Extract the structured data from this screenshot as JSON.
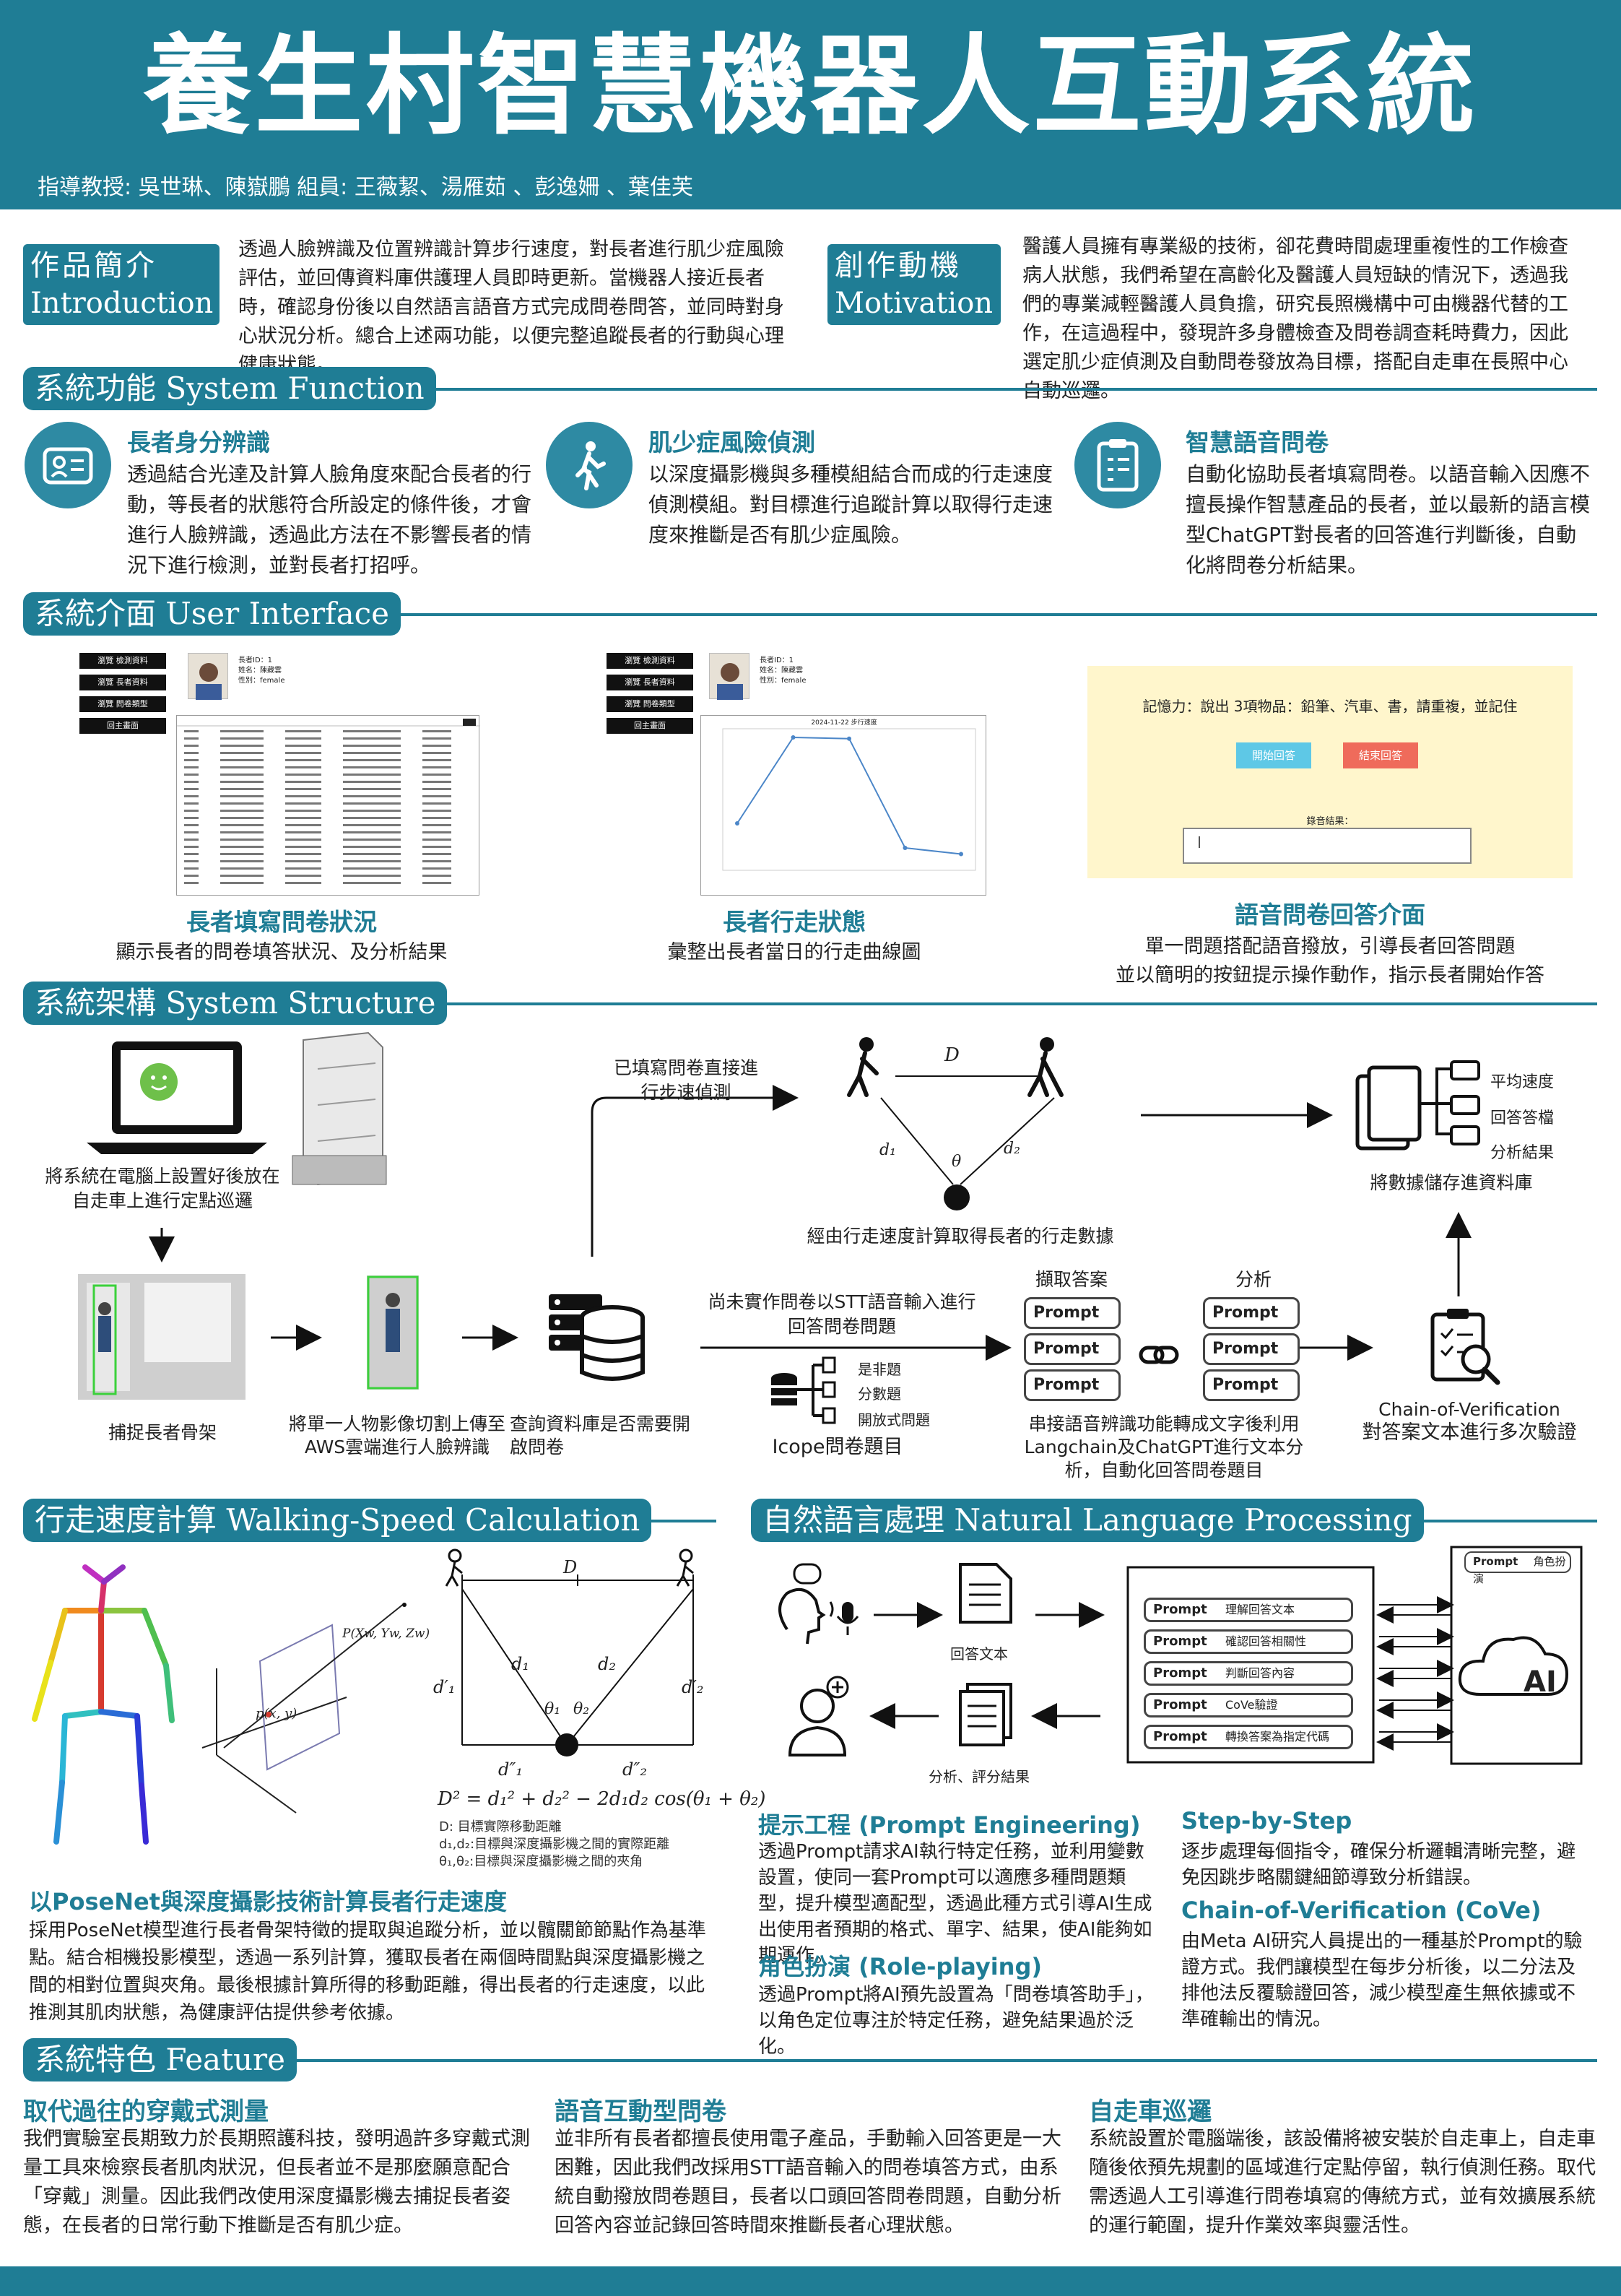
{
  "header": {
    "title": "養生村智慧機器人互動系統",
    "advisors": "指導教授: 吳世琳、陳嶽鵬   組員: 王薇絜、湯雁茹 、彭逸姍 、葉佳芙"
  },
  "intro": {
    "tag_line1": "作品簡介",
    "tag_line2": "Introduction",
    "text": "透過人臉辨識及位置辨識計算步行速度，對長者進行肌少症風險評估，並回傳資料庫供護理人員即時更新。當機器人接近長者時，確認身份後以自然語言語音方式完成問卷問答，並同時對身心狀況分析。總合上述兩功能，以便完整追蹤長者的行動與心理健康狀態。"
  },
  "motivation": {
    "tag_line1": "創作動機",
    "tag_line2": "Motivation",
    "text": "醫護人員擁有專業級的技術，卻花費時間處理重複性的工作檢查病人狀態，我們希望在高齡化及醫護人員短缺的情況下，透過我們的專業減輕醫護人員負擔，研究長照機構中可由機器代替的工作，在這過程中，發現許多身體檢查及問卷調查耗時費力，因此選定肌少症偵測及自動問卷發放為目標，搭配自走車在長照中心自動巡邏。"
  },
  "function": {
    "heading": "系統功能 System Function",
    "items": [
      {
        "title": "長者身分辨識",
        "text": "透過結合光達及計算人臉角度來配合長者的行動，等長者的狀態符合所設定的條件後，才會進行人臉辨識，透過此方法在不影響長者的情況下進行檢測，並對長者打招呼。"
      },
      {
        "title": "肌少症風險偵測",
        "text": "以深度攝影機與多種模組結合而成的行走速度偵測模組。對目標進行追蹤計算以取得行走速度來推斷是否有肌少症風險。"
      },
      {
        "title": "智慧語音問卷",
        "text": "自動化協助長者填寫問卷。以語音輸入因應不擅長操作智慧產品的長者，並以最新的語言模型ChatGPT對長者的回答進行判斷後，自動化將問卷分析結果。"
      }
    ]
  },
  "ui": {
    "heading": "系統介面 User Interface",
    "screens": [
      {
        "title": "長者填寫問卷狀況",
        "caption": "顯示長者的問卷填答狀況、及分析結果"
      },
      {
        "title": "長者行走狀態",
        "caption": "彙整出長者當日的行走曲線圖"
      },
      {
        "title": "語音問卷回答介面",
        "caption_1": "單一問題搭配語音撥放，引導長者回答問題",
        "caption_2": "並以簡明的按鈕提示操作動作，指示長者開始作答"
      }
    ],
    "mini_buttons": [
      "瀏覽 檢測資料",
      "瀏覽 長者資料",
      "瀏覽 問卷類型",
      "回主畫面"
    ],
    "profile": {
      "id_label": "長者ID：",
      "id": "1",
      "name_label": "姓名：",
      "name": "陳藏雲",
      "gender_label": "性別：",
      "gender": "female"
    },
    "chart_title": "2024-11-22 步行速度",
    "walking_chart": {
      "values": [
        0.3,
        1.0,
        0.99,
        0.1,
        0.05
      ]
    },
    "voice": {
      "question": "記憶力：說出 3項物品：鉛筆、汽車、書，請重複，並記住",
      "start_btn": "開始回答",
      "end_btn": "結束回答",
      "result_label": "錄音結果："
    }
  },
  "structure": {
    "heading": "系統架構 System Structure",
    "laptop_caption": "將系統在電腦上設置好後放在自走車上進行定點巡邏",
    "filled_label": "已填寫問卷直接進行步速偵測",
    "speed_caption": "經由行走速度計算取得長者的行走數據",
    "db_caption": "將數據儲存進資料庫",
    "db_items": [
      "平均速度",
      "回答答檔",
      "分析結果"
    ],
    "capture_caption": "捕捉長者骨架",
    "crop_caption": "將單一人物影像切割上傳至AWS雲端進行人臉辨識",
    "query_caption": "查詢資料庫是否需要開啟問卷",
    "stt_label": "尚未實作問卷以STT語音輸入進行回答問卷問題",
    "icope_items": [
      "是非題",
      "分數題",
      "開放式問題"
    ],
    "icope_caption": "Icope問卷題目",
    "extract_label": "擷取答案",
    "analyze_label": "分析",
    "prompt_label": "Prompt",
    "chain_caption": "串接語音辨識功能轉成文字後利用Langchain及ChatGPT進行文本分析，自動化回答問卷題目",
    "cove_caption_1": "Chain-of-Verification",
    "cove_caption_2": "對答案文本進行多次驗證",
    "D": "D",
    "d1": "d₁",
    "d2": "d₂",
    "theta": "θ"
  },
  "walking": {
    "heading": "行走速度計算 Walking-Speed Calculation",
    "formula": "D² = d₁² + d₂² − 2d₁d₂ cos(θ₁ + θ₂)",
    "legend_1": "D: 目標實際移動距離",
    "legend_2": "d₁,d₂:目標與深度攝影機之間的實際距離",
    "legend_3": "θ₁,θ₂:目標與深度攝影機之間的夾角",
    "subtitle": "以PoseNet與深度攝影技術計算長者行走速度",
    "text": "採用PoseNet模型進行長者骨架特徵的提取與追蹤分析，並以髖關節節點作為基準點。結合相機投影模型，透過一系列計算，獲取長者在兩個時間點與深度攝影機之間的相對位置與夾角。最後根據計算所得的移動距離，得出長者的行走速度，以此推測其肌肉狀態，為健康評估提供參考依據。",
    "point_label": "P(Xw, Yw, Zw)",
    "pxy_label": "p(x, y)",
    "D": "D",
    "d1": "d₁",
    "d2": "d₂",
    "d1p": "d′₁",
    "d2p": "d′₂",
    "d1pp": "d″₁",
    "d2pp": "d″₂",
    "t1": "θ₁",
    "t2": "θ₂"
  },
  "nlp": {
    "heading": "自然語言處理 Natural Language Processing",
    "answer_text": "回答文本",
    "analysis_result": "分析、評分結果",
    "prompt_label": "Prompt",
    "role_label": "角色扮演",
    "ai_label": "AI",
    "steps": [
      "理解回答文本",
      "確認回答相關性",
      "判斷回答內容",
      "CoVe驗證",
      "轉換答案為指定代碼"
    ],
    "pe_title": "提示工程 (Prompt Engineering)",
    "pe_text": "透過Prompt請求AI執行特定任務，並利用變數設置，使同一套Prompt可以適應多種問題類型，提升模型適配型，透過此種方式引導AI生成出使用者預期的格式、單字、結果，使AI能夠如期運作。",
    "rp_title": "角色扮演 (Role-playing)",
    "rp_text": "透過Prompt將AI預先設置為「問卷填答助手」，以角色定位專注於特定任務，避免結果過於泛化。",
    "sbs_title": "Step-by-Step",
    "sbs_text": "逐步處理每個指令，確保分析邏輯清晰完整，避免因跳步略關鍵細節導致分析錯誤。",
    "cove_title": "Chain-of-Verification (CoVe)",
    "cove_text": "由Meta AI研究人員提出的一種基於Prompt的驗證方式。我們讓模型在每步分析後，以二分法及排他法反覆驗證回答，減少模型產生無依據或不準確輸出的情況。"
  },
  "feature": {
    "heading": "系統特色 Feature",
    "items": [
      {
        "title": "取代過往的穿戴式測量",
        "text": "我們實驗室長期致力於長期照護科技，發明過許多穿戴式測量工具來檢察長者肌肉狀況，但長者並不是那麼願意配合「穿戴」測量。因此我們改使用深度攝影機去捕捉長者姿態，在長者的日常行動下推斷是否有肌少症。"
      },
      {
        "title": "語音互動型問卷",
        "text": "並非所有長者都擅長使用電子產品，手動輸入回答更是一大困難，因此我們改採用STT語音輸入的問卷填答方式，由系統自動撥放問卷題目，長者以口頭回答問卷問題，自動分析回答內容並記錄回答時間來推斷長者心理狀態。"
      },
      {
        "title": "自走車巡邏",
        "text": "系統設置於電腦端後，該設備將被安裝於自走車上，自走車隨後依預先規劃的區域進行定點停留，執行偵測任務。取代需透過人工引導進行問卷填寫的傳統方式，並有效擴展系統的運行範圍，提升作業效率與靈活性。"
      }
    ]
  },
  "colors": {
    "brand": "#1f7d95",
    "accent_red": "#ef6b5b",
    "accent_cyan": "#5ec8e6",
    "voice_bg": "#fff6cc"
  }
}
